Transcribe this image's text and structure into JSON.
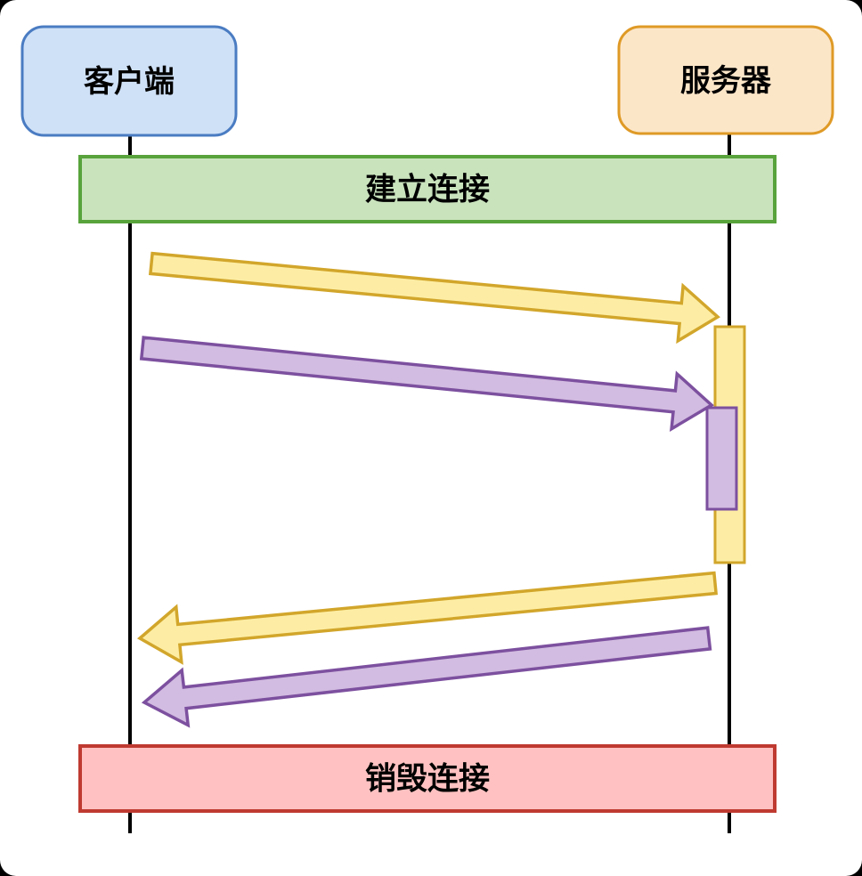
{
  "colors": {
    "background": "#000000",
    "canvas": "#ffffff",
    "lifeline": "#000000",
    "text": "#000000"
  },
  "actors": {
    "client": {
      "label": "客户端",
      "fill": "#cfe1f7",
      "border": "#4a7cc2"
    },
    "server": {
      "label": "服务器",
      "fill": "#fce6c8",
      "border": "#df9a26"
    }
  },
  "bands": {
    "establish": {
      "label": "建立连接",
      "fill": "#c9e3bd",
      "border": "#58a33c"
    },
    "destroy": {
      "label": "销毁连接",
      "fill": "#ffc1c1",
      "border": "#bf3a31"
    }
  },
  "messages": {
    "request_yellow": {
      "fill": "#fdeda4",
      "border": "#d2a62b"
    },
    "request_purple": {
      "fill": "#d2bce1",
      "border": "#7d509f"
    },
    "response_yellow": {
      "fill": "#fdeda4",
      "border": "#d2a62b"
    },
    "response_purple": {
      "fill": "#d2bce1",
      "border": "#7d509f"
    }
  },
  "activations": {
    "yellow": {
      "fill": "#fdeda4",
      "border": "#d2a62b"
    },
    "purple": {
      "fill": "#d2bce1",
      "border": "#7d509f"
    }
  }
}
